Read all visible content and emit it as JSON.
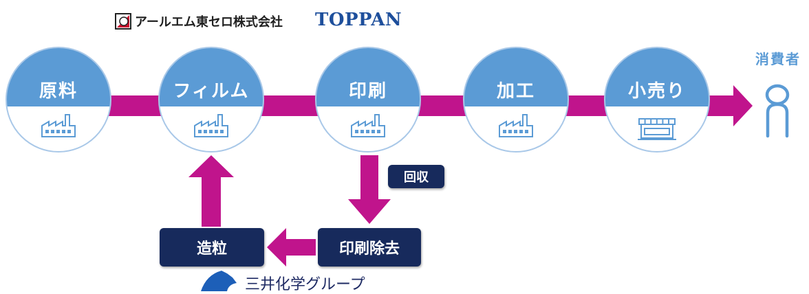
{
  "logos": {
    "rm_tohcello": "アールエム東セロ株式会社",
    "toppan": "TOPPAN",
    "mitsui": "三井化学グループ"
  },
  "stages": [
    {
      "label": "原料",
      "icon": "factory-icon"
    },
    {
      "label": "フィルム",
      "icon": "factory-icon"
    },
    {
      "label": "印刷",
      "icon": "factory-icon"
    },
    {
      "label": "加工",
      "icon": "factory-icon"
    },
    {
      "label": "小売り",
      "icon": "store-icon"
    }
  ],
  "consumer": {
    "label": "消費者",
    "icon": "person-icon"
  },
  "recycle": {
    "collect_label": "回収",
    "ink_removal_label": "印刷除去",
    "pelletize_label": "造粒"
  },
  "colors": {
    "circle_top": "#5b9bd5",
    "circle_border": "#a9c8e8",
    "arrow": "#c0148c",
    "navy": "#172a5c",
    "consumer": "#5b9bd5",
    "toppan": "#1e4f9c"
  }
}
